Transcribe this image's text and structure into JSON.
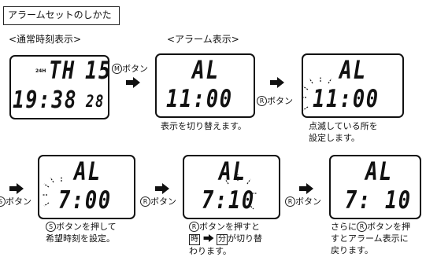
{
  "title": "アラームセットのしかた",
  "labels": {
    "normal_display": "<通常時刻表示>",
    "alarm_display": "<アラーム表示>"
  },
  "buttons": {
    "m": "M",
    "r": "R",
    "s": "S",
    "button_word": "ボタン"
  },
  "watches": {
    "normal": {
      "day": "TH",
      "date": "15",
      "mode": "24H",
      "time": "19:38",
      "seconds": "28"
    },
    "alarm1": {
      "top": "AL",
      "time": "11:00"
    },
    "alarm2": {
      "top": "AL",
      "time": "11:00"
    },
    "alarm3": {
      "top": "AL",
      "time": "7:00"
    },
    "alarm4": {
      "top": "AL",
      "time": "7:10"
    },
    "alarm5": {
      "top": "AL",
      "time": "7: 10"
    }
  },
  "captions": {
    "c1": "表示を切り替えます。",
    "c2_l1": "点滅している所を",
    "c2_l2": "設定します。",
    "c3_l1": "ボタンを押して",
    "c3_l2": "希望時刻を設定。",
    "c4_l1": "ボタンを押すと",
    "c4_hour": "時",
    "c4_min": "分",
    "c4_l2": "が切り替",
    "c4_l3": "わります。",
    "c5_l1a": "さらに",
    "c5_l1b": "ボタンを押",
    "c5_l2": "すとアラーム表示に",
    "c5_l3": "戻ります。"
  }
}
